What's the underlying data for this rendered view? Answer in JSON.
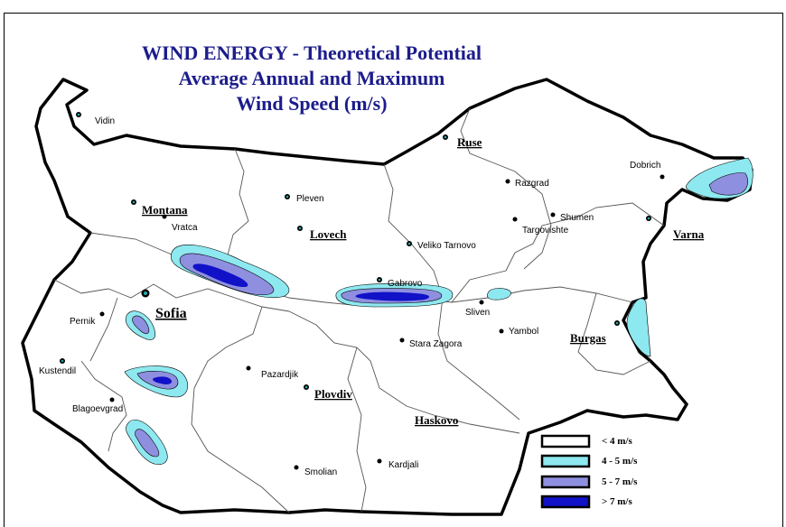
{
  "title": {
    "line1": "WIND ENERGY - Theoretical Potential",
    "line2": "Average Annual and Maximum",
    "line3": "Wind Speed (m/s)"
  },
  "cities": {
    "vidin": "Vidin",
    "pleven": "Pleven",
    "vratca": "Vratca",
    "veliko_tarnovo": "Veliko Tarnovo",
    "razgrad": "Razgrad",
    "shumen": "Shumen",
    "targovishte": "Targovishte",
    "dobrich": "Dobrich",
    "gabrovo": "Gabrovo",
    "sliven": "Sliven",
    "yambol": "Yambol",
    "pernik": "Pernik",
    "kustendil": "Kustendil",
    "blagoevgrad": "Blagoevgrad",
    "pazardjik": "Pazardjik",
    "stara_zagora": "Stara Zagora",
    "smolian": "Smolian",
    "kardjali": "Kardjali"
  },
  "regions": {
    "ruse": "Ruse",
    "montana": "Montana",
    "lovech": "Lovech",
    "varna": "Varna",
    "sofia": "Sofia",
    "burgas": "Burgas",
    "plovdiv": "Plovdiv",
    "haskovo": "Haskovo"
  },
  "legend": [
    {
      "label": "< 4 m/s",
      "color": "#ffffff"
    },
    {
      "label": "4 - 5 m/s",
      "color": "#8ee8ef"
    },
    {
      "label": "5 - 7 m/s",
      "color": "#8f8fe0"
    },
    {
      "label": "> 7 m/s",
      "color": "#1111c8"
    }
  ],
  "colors": {
    "title": "#1c1c8c",
    "zone_light": "#8ee8ef",
    "zone_mid": "#8f8fe0",
    "zone_dark": "#1111c8"
  }
}
